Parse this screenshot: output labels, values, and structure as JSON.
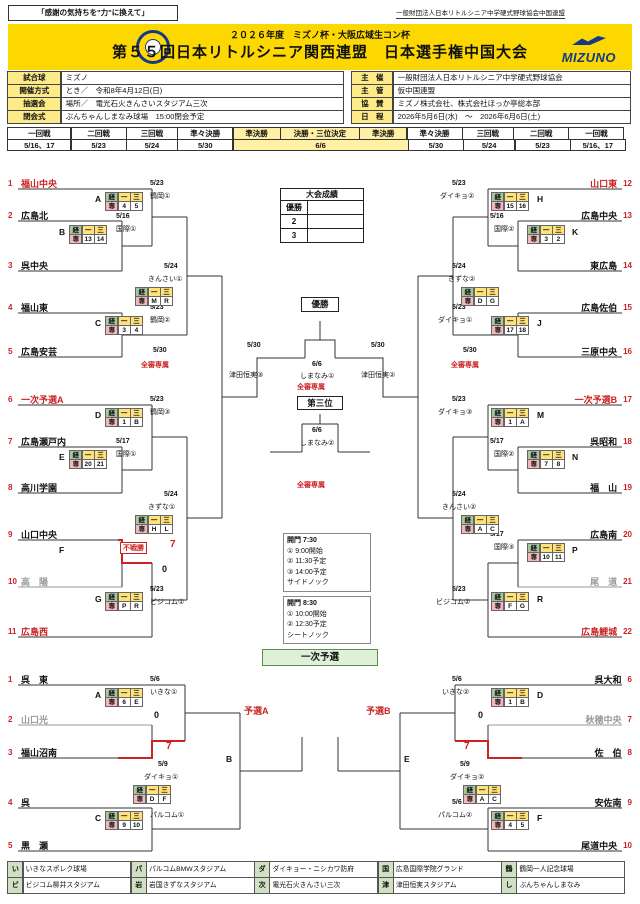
{
  "page": {
    "quote": "「感謝の気持ちを\"力\"に換えて」",
    "org": "一般財団法人日本リトルシニア中学硬式野球協会中国連盟"
  },
  "header": {
    "subtitle": "２０２６年度　ミズノ杯・大阪広域生コン杯",
    "title": "第５５回日本リトルシニア関西連盟　日本選手権中国大会",
    "mizuno": "MIZUNO"
  },
  "colors": {
    "banner_yellow": "#fcd800",
    "accent_red": "#cc2222",
    "label_yellow": "#fdeb8a",
    "legend_green": "#cfe0c3"
  },
  "info_left": {
    "rows": [
      {
        "label": "試合球",
        "value": "ミズノ"
      },
      {
        "label": "開催方式",
        "value": "とき／　令和8年4月12日(日)"
      },
      {
        "label": "抽選会",
        "value": "場所／　電光石火きんさいスタジアム三次"
      },
      {
        "label": "閉会式",
        "value": "ぶんちゃんしまなみ球場　15:00閉会予定"
      }
    ]
  },
  "info_right": {
    "rows": [
      {
        "label": "主　催",
        "value": "一般財団法人日本リトルシニア中学硬式野球協会"
      },
      {
        "label": "主　管",
        "value": "仮中国連盟"
      },
      {
        "label": "協　賛",
        "value": "ミズノ株式会社、株式会社ほっか亭総本部"
      },
      {
        "label": "日　程",
        "value": "2026年5月6日(水)　～　2026年6月6日(土)"
      }
    ]
  },
  "rounds": {
    "labels": [
      "一回戦",
      "二回戦",
      "三回戦",
      "準々決勝",
      "準決勝",
      "決勝・三位決定",
      "準決勝",
      "準々決勝",
      "三回戦",
      "二回戦",
      "一回戦"
    ],
    "dates": [
      "5/16、17",
      "5/23",
      "5/24",
      "5/30",
      "6/6",
      "5/30",
      "5/24",
      "5/23",
      "5/16、17"
    ]
  },
  "standings": {
    "title": "大会成績",
    "rows": [
      {
        "label": "優勝",
        "value": ""
      },
      {
        "label": "2",
        "value": ""
      },
      {
        "label": "3",
        "value": ""
      }
    ]
  },
  "badge": {
    "header": [
      "経",
      "一",
      "三"
    ],
    "prefix": "専"
  },
  "center": {
    "champion": "優勝",
    "final": {
      "date": "6/6",
      "venue": "しまなみ①",
      "note": "全審専属"
    },
    "third": {
      "label": "第三位",
      "date": "6/6",
      "venue": "しまなみ②",
      "note": "全審専属"
    },
    "sf_left": {
      "date": "5/30",
      "venue": "津田恒実③"
    },
    "sf_right": {
      "date": "5/30",
      "venue": "津田恒実②"
    },
    "qf_left": {
      "date": "5/30",
      "note": "全審専属"
    },
    "qf_right": {
      "date": "5/30",
      "note": "全審専属"
    },
    "gates1": [
      "開門 7:30",
      "① 9:00開始",
      "② 11:30予定",
      "③ 14:00予定",
      "サイドノック"
    ],
    "gates2": [
      "開門 8:30",
      "① 10:00開始",
      "② 12:30予定",
      "シートノック"
    ]
  },
  "main": {
    "left_teams": [
      {
        "seed": "1",
        "name": "福山中央"
      },
      {
        "seed": "2",
        "name": "広島北"
      },
      {
        "seed": "3",
        "name": "呉中央"
      },
      {
        "seed": "4",
        "name": "福山東"
      },
      {
        "seed": "5",
        "name": "広島安芸"
      },
      {
        "seed": "6",
        "name": "一次予選A"
      },
      {
        "seed": "7",
        "name": "広島瀬戸内"
      },
      {
        "seed": "8",
        "name": "高川学園"
      },
      {
        "seed": "9",
        "name": "山口中央"
      },
      {
        "seed": "10",
        "name": "高　陽"
      },
      {
        "seed": "11",
        "name": "広島西"
      }
    ],
    "right_teams": [
      {
        "seed": "12",
        "name": "山口東"
      },
      {
        "seed": "13",
        "name": "広島中央"
      },
      {
        "seed": "14",
        "name": "東広島"
      },
      {
        "seed": "15",
        "name": "広島佐伯"
      },
      {
        "seed": "16",
        "name": "三原中央"
      },
      {
        "seed": "17",
        "name": "一次予選B"
      },
      {
        "seed": "18",
        "name": "呉昭和"
      },
      {
        "seed": "19",
        "name": "福　山"
      },
      {
        "seed": "20",
        "name": "広島南"
      },
      {
        "seed": "21",
        "name": "尾　道"
      },
      {
        "seed": "22",
        "name": "広島鯉城"
      }
    ],
    "matches": {
      "A": {
        "letter": "A",
        "date": "5/23",
        "venue": "鶴岡①",
        "b": [
          "4",
          "5"
        ]
      },
      "B": {
        "letter": "B",
        "date": "5/16",
        "venue": "国際①",
        "b": [
          "13",
          "14"
        ]
      },
      "C": {
        "letter": "C",
        "date": "5/23",
        "venue": "鶴岡②",
        "b": [
          "3",
          "4"
        ]
      },
      "D": {
        "letter": "D",
        "date": "5/23",
        "venue": "鶴岡③",
        "b": [
          "1",
          "B"
        ]
      },
      "E": {
        "letter": "E",
        "date": "5/17",
        "venue": "国際①",
        "b": [
          "20",
          "21"
        ]
      },
      "F": {
        "letter": "F",
        "walkover": "不戦勝",
        "win": "7",
        "lose": "0"
      },
      "G": {
        "letter": "G",
        "date": "5/23",
        "venue": "ビジコム①",
        "b": [
          "P",
          "R"
        ]
      },
      "H": {
        "letter": "H",
        "date": "5/23",
        "venue": "ダイキョ②",
        "b": [
          "15",
          "16"
        ]
      },
      "K": {
        "letter": "K",
        "date": "5/16",
        "venue": "国際②",
        "b": [
          "3",
          "2"
        ]
      },
      "J": {
        "letter": "J",
        "date": "5/23",
        "venue": "ダイキョ①",
        "b": [
          "17",
          "18"
        ]
      },
      "M": {
        "letter": "M",
        "date": "5/23",
        "venue": "ダイキョ③",
        "b": [
          "1",
          "A"
        ]
      },
      "N": {
        "letter": "N",
        "date": "5/17",
        "venue": "国際②",
        "b": [
          "7",
          "8"
        ]
      },
      "P": {
        "letter": "P",
        "date": "5/17",
        "venue": "国際③",
        "b": [
          "10",
          "11"
        ]
      },
      "R": {
        "letter": "R",
        "date": "5/23",
        "venue": "ビジコム②",
        "b": [
          "F",
          "G"
        ]
      },
      "r2lu": {
        "date": "5/24",
        "venue": "きんさい①",
        "b": [
          "M",
          "R"
        ]
      },
      "r2ll": {
        "date": "5/24",
        "venue": "きずな①",
        "b": [
          "H",
          "L"
        ]
      },
      "r2ru": {
        "date": "5/24",
        "venue": "きずな②",
        "b": [
          "D",
          "G"
        ]
      },
      "r2rl": {
        "date": "5/24",
        "venue": "きんさい②",
        "b": [
          "A",
          "C"
        ]
      }
    }
  },
  "qualifier": {
    "title": "一次予選",
    "label_a": "予選A",
    "label_b": "予選B",
    "left_teams": [
      {
        "seed": "1",
        "name": "呉　東"
      },
      {
        "seed": "2",
        "name": "山口光"
      },
      {
        "seed": "3",
        "name": "福山沼南"
      },
      {
        "seed": "4",
        "name": "呉"
      },
      {
        "seed": "5",
        "name": "黒　瀬"
      }
    ],
    "right_teams": [
      {
        "seed": "6",
        "name": "呉大和"
      },
      {
        "seed": "7",
        "name": "秋穂中央"
      },
      {
        "seed": "8",
        "name": "佐　伯"
      },
      {
        "seed": "9",
        "name": "安佐南"
      },
      {
        "seed": "10",
        "name": "尾道中央"
      }
    ],
    "matches": {
      "A": {
        "letter": "A",
        "date": "5/6",
        "venue": "いきな①",
        "b": [
          "6",
          "E"
        ]
      },
      "B": {
        "letter": "B",
        "date": "5/9",
        "venue": "ダイキョ①",
        "b": [
          "D",
          "F"
        ]
      },
      "C": {
        "letter": "C",
        "date": "5/6",
        "venue": "パルコム①",
        "b": [
          "9",
          "10"
        ]
      },
      "D": {
        "letter": "D",
        "date": "5/6",
        "venue": "いきな②",
        "b": [
          "1",
          "B"
        ]
      },
      "E": {
        "letter": "E",
        "date": "5/9",
        "venue": "ダイキョ②",
        "b": [
          "A",
          "C"
        ]
      },
      "F": {
        "letter": "F",
        "date": "5/6",
        "venue": "パルコム②",
        "b": [
          "4",
          "5"
        ]
      }
    },
    "wo_left": {
      "win": "7",
      "lose": "0"
    },
    "wo_right": {
      "win": "7",
      "lose": "0"
    }
  },
  "legend": {
    "rows": [
      [
        {
          "k": "い",
          "v": "いきなスポレク球場"
        },
        {
          "k": "パ",
          "v": "パルコムBMWスタジアム"
        },
        {
          "k": "ダ",
          "v": "ダイキョー・ニシカワ防府"
        },
        {
          "k": "国",
          "v": "広島国際学院グランド"
        },
        {
          "k": "鶴",
          "v": "鶴岡一人記念球場"
        }
      ],
      [
        {
          "k": "ビ",
          "v": "ビジコム柳井スタジアム"
        },
        {
          "k": "岩",
          "v": "岩国きずなスタジアム"
        },
        {
          "k": "次",
          "v": "電光石火きんさい三次"
        },
        {
          "k": "津",
          "v": "津田恒実スタジアム"
        },
        {
          "k": "し",
          "v": "ぶんちゃんしまなみ"
        }
      ]
    ]
  }
}
